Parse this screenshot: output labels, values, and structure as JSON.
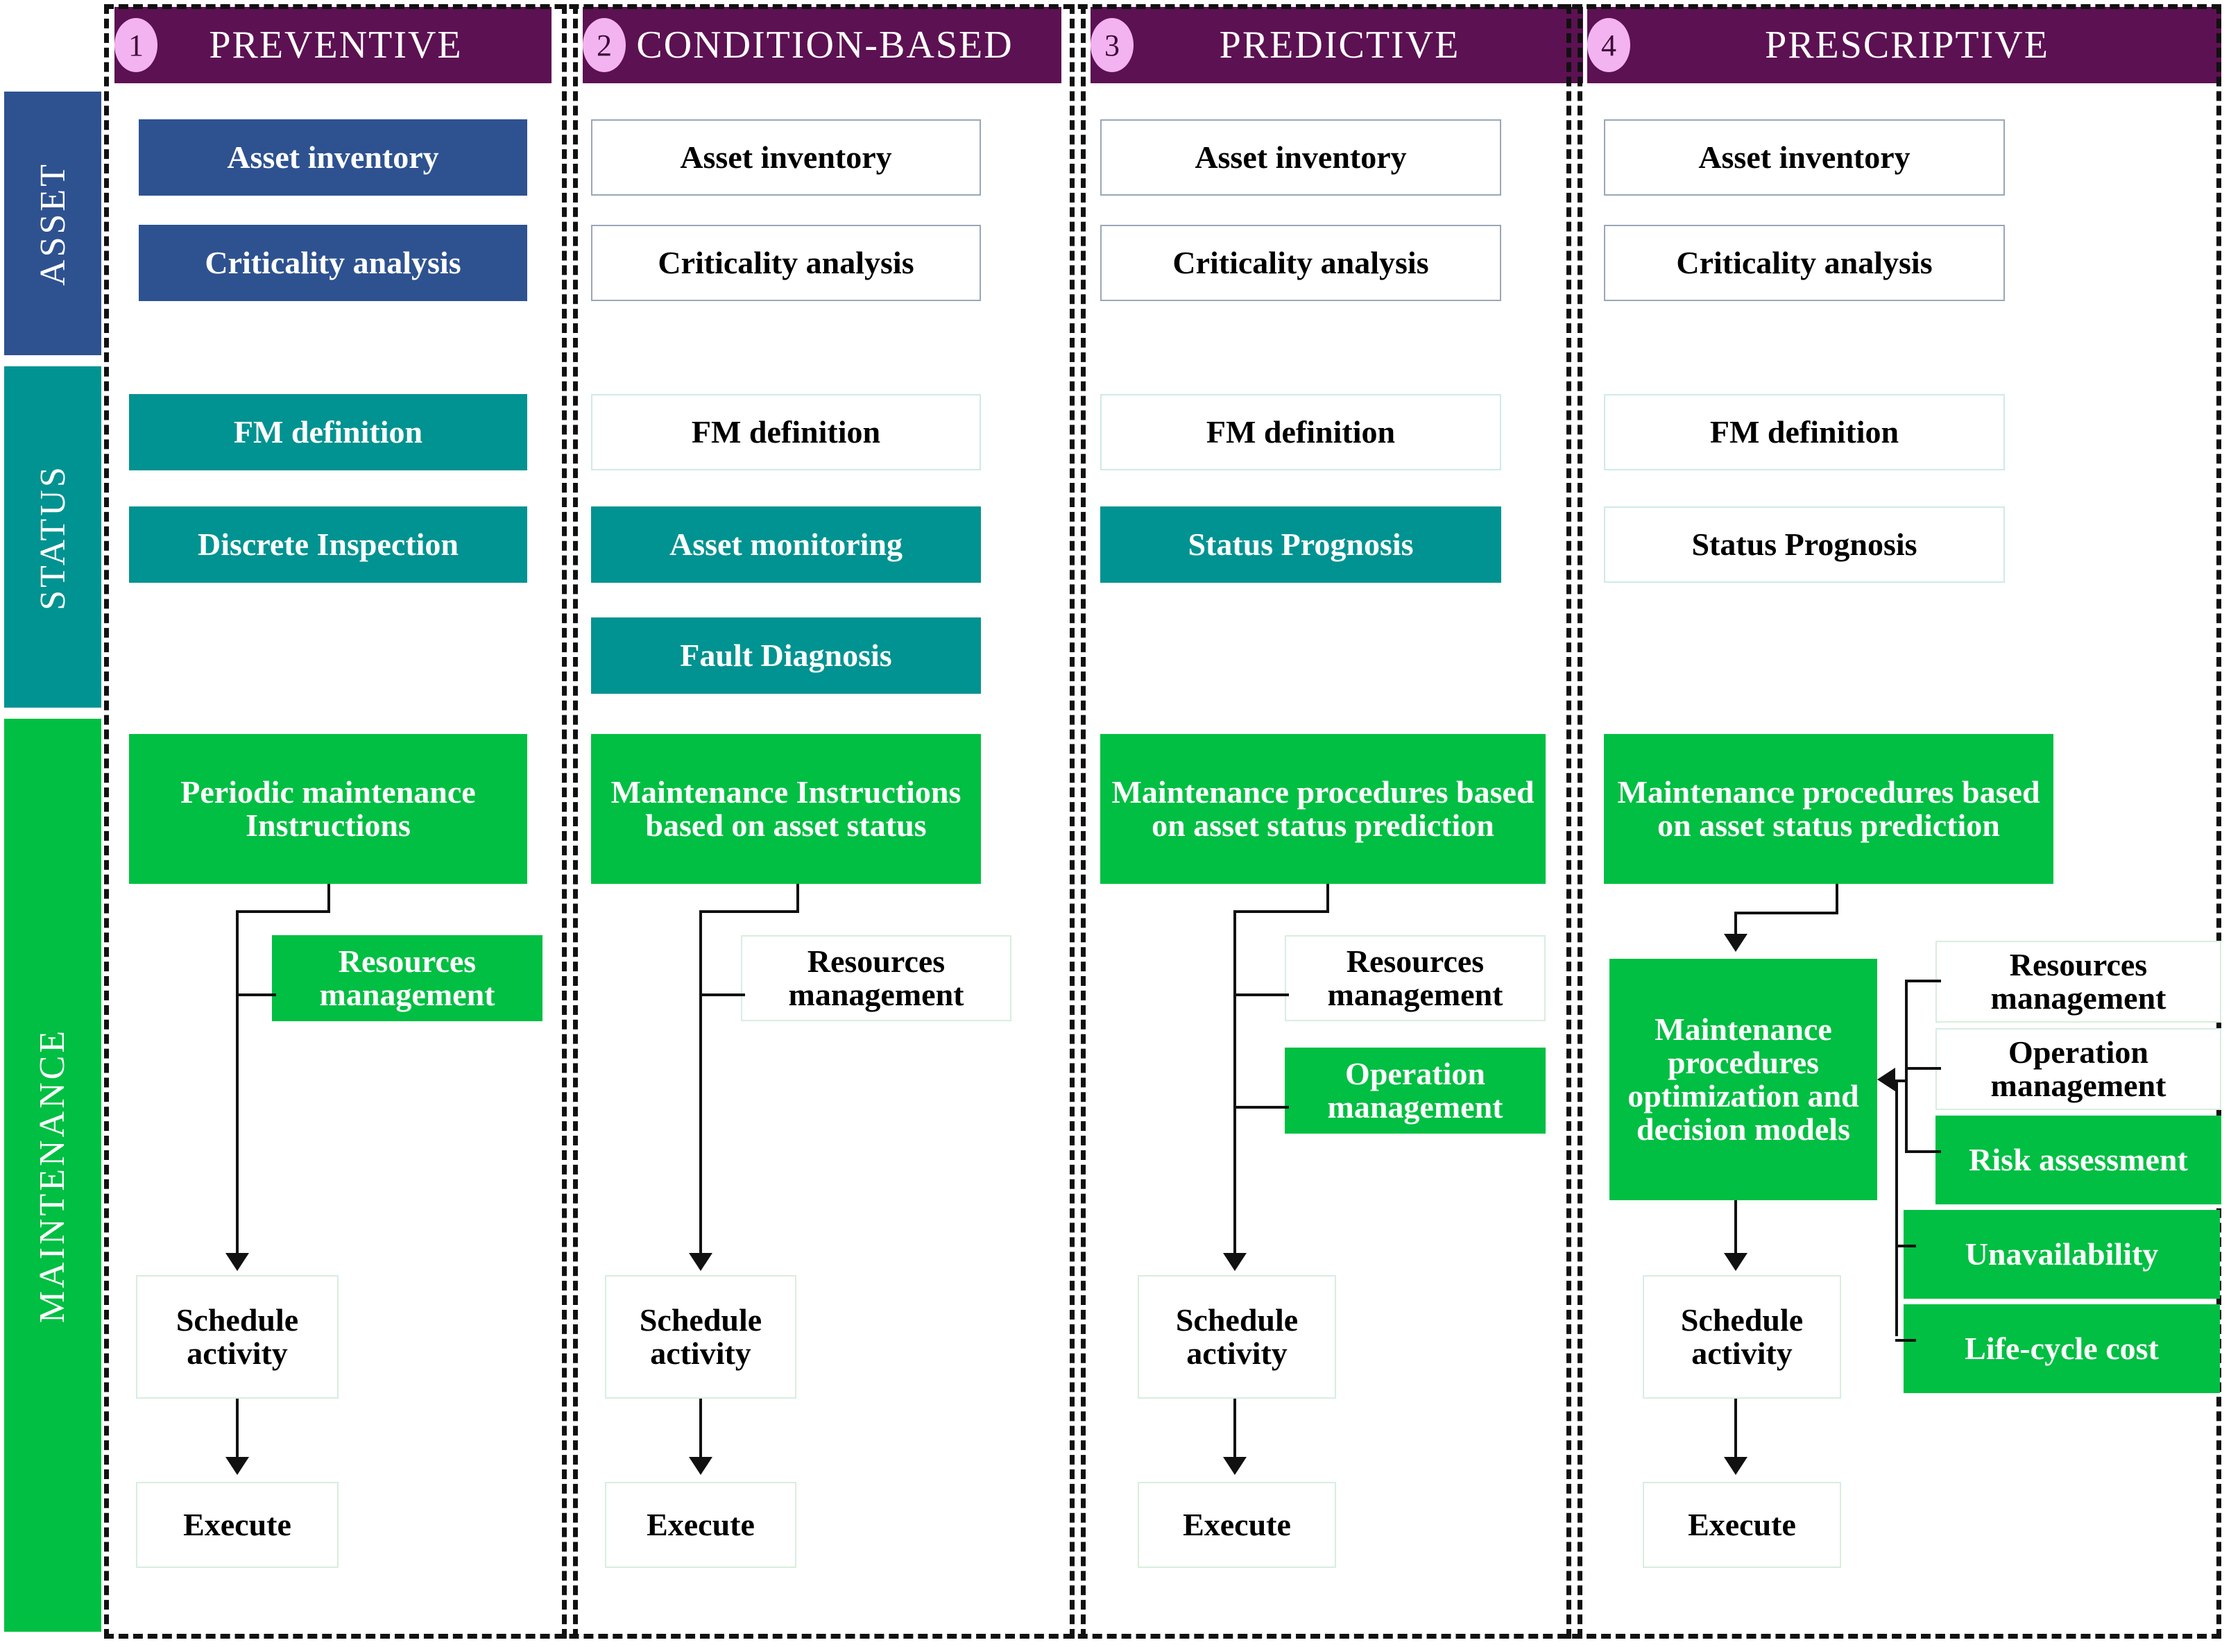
{
  "frame": {
    "border_color": "#111111"
  },
  "palette": {
    "header_purple": "#5C1152",
    "badge_pink": "#F3B3F0",
    "asset_blue": "#2E5290",
    "status_teal": "#019391",
    "maintenance_green": "#00BF42",
    "box_text_light": "#FFFFFF",
    "box_text_dark": "#000000"
  },
  "rails": [
    {
      "id": "asset",
      "label": "ASSET"
    },
    {
      "id": "status",
      "label": "STATUS"
    },
    {
      "id": "maintenance",
      "label": "MAINTENANCE"
    }
  ],
  "columns": [
    {
      "number": "1",
      "title": "PREVENTIVE"
    },
    {
      "number": "2",
      "title": "CONDITION-BASED"
    },
    {
      "number": "3",
      "title": "PREDICTIVE"
    },
    {
      "number": "4",
      "title": "PRESCRIPTIVE"
    }
  ],
  "col1": {
    "asset_inventory": "Asset inventory",
    "criticality_analysis": "Criticality analysis",
    "fm_definition": "FM definition",
    "discrete_inspection": "Discrete Inspection",
    "periodic_maintenance_instructions": "Periodic maintenance Instructions",
    "resources_management": "Resources management",
    "schedule_activity": "Schedule activity",
    "execute": "Execute"
  },
  "col2": {
    "asset_inventory": "Asset inventory",
    "criticality_analysis": "Criticality analysis",
    "fm_definition": "FM definition",
    "asset_monitoring": "Asset monitoring",
    "fault_diagnosis": "Fault Diagnosis",
    "maintenance_instructions": "Maintenance Instructions based on asset status",
    "resources_management": "Resources management",
    "schedule_activity": "Schedule activity",
    "execute": "Execute"
  },
  "col3": {
    "asset_inventory": "Asset inventory",
    "criticality_analysis": "Criticality analysis",
    "fm_definition": "FM definition",
    "status_prognosis": "Status Prognosis",
    "maintenance_procedures": "Maintenance procedures based on asset status prediction",
    "resources_management": "Resources management",
    "operation_management": "Operation management",
    "schedule_activity": "Schedule activity",
    "execute": "Execute"
  },
  "col4": {
    "asset_inventory": "Asset inventory",
    "criticality_analysis": "Criticality analysis",
    "fm_definition": "FM definition",
    "status_prognosis": "Status Prognosis",
    "maintenance_procedures": "Maintenance procedures based on asset status prediction",
    "optimization_models": "Maintenance procedures optimization and decision models",
    "resources_management": "Resources management",
    "operation_management": "Operation management",
    "risk_assessment": "Risk assessment",
    "unavailability": "Unavailability",
    "life_cycle_cost": "Life-cycle cost",
    "schedule_activity": "Schedule activity",
    "execute": "Execute"
  }
}
